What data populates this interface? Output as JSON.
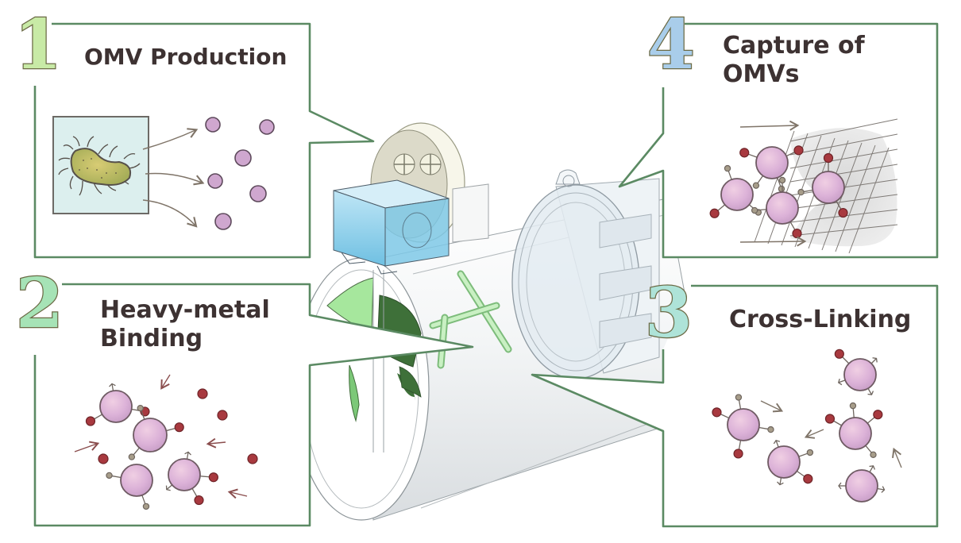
{
  "diagram": {
    "subject": "OMV-based heavy-metal capture device",
    "colors": {
      "frame": "#5b8a63",
      "title_text": "#3d3232",
      "omv_fill": "#d9b4d9",
      "omv_stroke": "#6e5a62",
      "metal_ion": "#a8393f",
      "linker": "#a79d8a",
      "arrow": "#7a5a55"
    },
    "panels": [
      {
        "step": "1",
        "title": "OMV Production",
        "badge_color": "#c8eaa6",
        "scene": "bacterium releasing outer membrane vesicles"
      },
      {
        "step": "2",
        "title_lines": [
          "Heavy-metal",
          "Binding"
        ],
        "badge_color": "#a6e3b6",
        "scene": "OMVs binding heavy-metal ions"
      },
      {
        "step": "3",
        "title": "Cross-Linking",
        "badge_color": "#aee3d8",
        "scene": "OMVs cross-linked via linkers"
      },
      {
        "step": "4",
        "title_lines": [
          "Capture of",
          "OMVs"
        ],
        "badge_color": "#a9cdea",
        "scene": "cross-linked OMVs captured by mesh filter"
      }
    ],
    "center": {
      "label": "device 3D model",
      "parts": [
        "reservoir tank",
        "filter housing",
        "tube",
        "propeller",
        "handle",
        "mesh cartridge"
      ]
    }
  }
}
